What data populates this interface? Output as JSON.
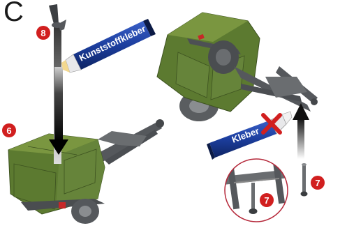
{
  "step": {
    "letter": "C"
  },
  "badges": [
    {
      "id": "badge-8",
      "number": "8"
    },
    {
      "id": "badge-6",
      "number": "6"
    },
    {
      "id": "badge-7-right",
      "number": "7"
    },
    {
      "id": "badge-7-inset",
      "number": "7"
    }
  ],
  "tubes": {
    "left": {
      "label": "Kunststoffkleber"
    },
    "right": {
      "label": "Kleber"
    }
  },
  "colors": {
    "trailer_green": "#5c7a30",
    "trailer_green_light": "#7a9640",
    "frame_gray": "#55585c",
    "badge_red": "#d11f1f",
    "tube_blue": "#1c3e9e",
    "inset_border": "#b5283a"
  }
}
